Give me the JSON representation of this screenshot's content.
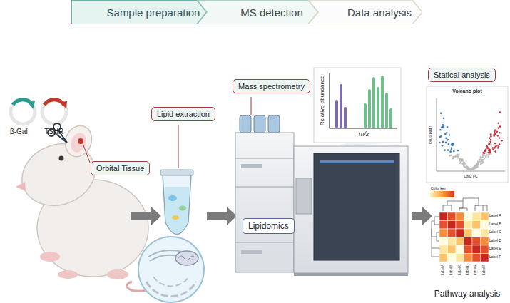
{
  "diagram": {
    "nodes": [
      {
        "text": [
          "Sample preparation"
        ]
      },
      {
        "text": [
          "MS detection"
        ]
      },
      {
        "text": [
          "Data analysis"
        ]
      },
      {
        "text": [
          "Orbital Tissue"
        ]
      },
      {
        "text": [
          "Lipid extraction"
        ]
      },
      {
        "text": [
          "Mass spectrometry"
        ]
      },
      {
        "text": [
          "Lipidomics"
        ]
      },
      {
        "text": [
          "Statical analysis"
        ]
      }
    ],
    "labels": [
      "β-Gal",
      "TSHR",
      "Relative abundance",
      "m/z",
      "Volcano plot",
      "log10(padj)",
      "Log2 FC",
      "Color key",
      "Label A",
      "Label B",
      "Label C",
      "Label D",
      "Label E",
      "Label F",
      "Label A",
      "Label B",
      "Label C",
      "Label D",
      "Label E",
      "Label F",
      "Pathway analysis"
    ]
  }
}
